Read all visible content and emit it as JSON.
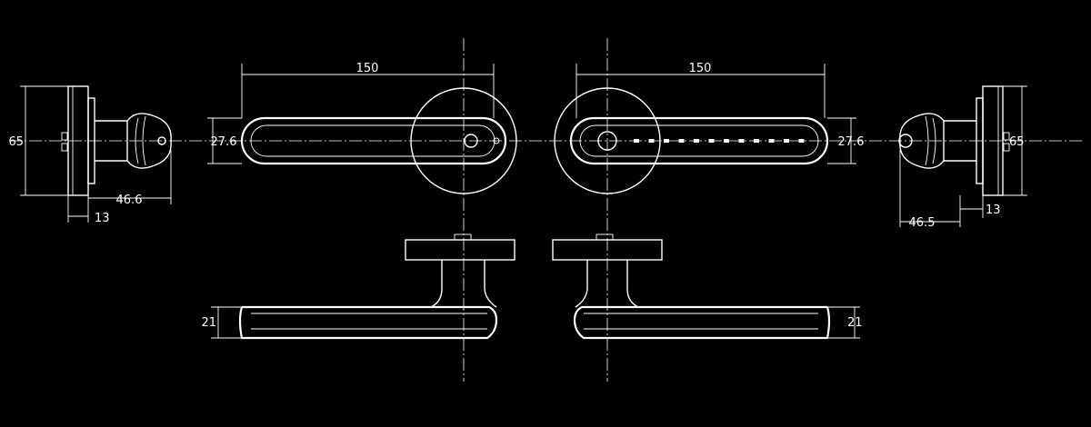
{
  "colors": {
    "background": "#000000",
    "line": "#ffffff"
  },
  "dimensions": {
    "left_width": "150",
    "right_width": "150",
    "left_height": "27.6",
    "right_height": "27.6",
    "left_side_height": "65",
    "right_side_height": "65",
    "left_side_depth": "46.6",
    "right_side_depth": "46.5",
    "left_side_thickness": "13",
    "right_side_thickness": "13",
    "left_lever_height": "21",
    "right_lever_height": "21"
  }
}
